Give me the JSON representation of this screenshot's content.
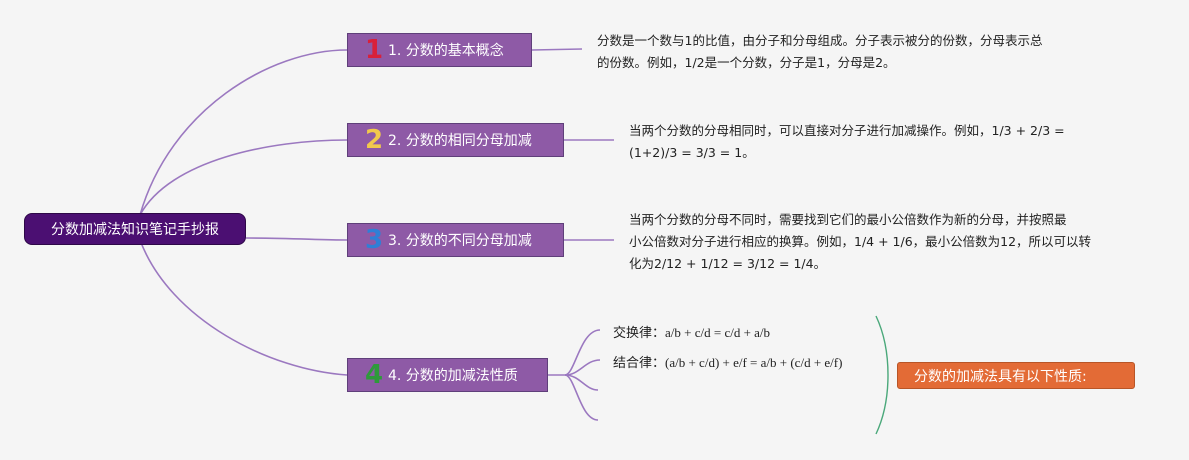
{
  "root": {
    "label": "分数加减法知识笔记手抄报"
  },
  "branches": [
    {
      "number": "1",
      "number_color": "#d8203a",
      "label": "1. 分数的基本概念",
      "desc": [
        "分数是一个数与1的比值，由分子和分母组成。分子表示被分的份数，分母表示总",
        "的份数。例如，1/2是一个分数，分子是1，分母是2。"
      ]
    },
    {
      "number": "2",
      "number_color": "#f2c94c",
      "label": "2. 分数的相同分母加减",
      "desc": [
        "当两个分数的分母相同时，可以直接对分子进行加减操作。例如，1/3 + 2/3 =",
        "(1+2)/3 = 3/3 = 1。"
      ]
    },
    {
      "number": "3",
      "number_color": "#2f7fd6",
      "label": "3. 分数的不同分母加减",
      "desc": [
        "当两个分数的分母不同时，需要找到它们的最小公倍数作为新的分母，并按照最",
        "小公倍数对分子进行相应的换算。例如，1/4 + 1/6，最小公倍数为12，所以可以转",
        "化为2/12 + 1/12 = 3/12 = 1/4。"
      ]
    },
    {
      "number": "4",
      "number_color": "#2e9a3b",
      "label": "4. 分数的加减法性质"
    }
  ],
  "laws": [
    {
      "label": "交换律：",
      "formula": "a/b + c/d = c/d + a/b"
    },
    {
      "label": "结合律：",
      "formula": "(a/b + c/d) + e/f = a/b + (c/d + e/f)"
    }
  ],
  "summary": {
    "label": "分数的加减法具有以下性质:"
  },
  "colors": {
    "link": "#9b78c0",
    "branch_fill": "#8e5aa6",
    "root_fill": "#4b0f72",
    "summary_fill": "#e36b36",
    "brace": "#4aa87a"
  }
}
